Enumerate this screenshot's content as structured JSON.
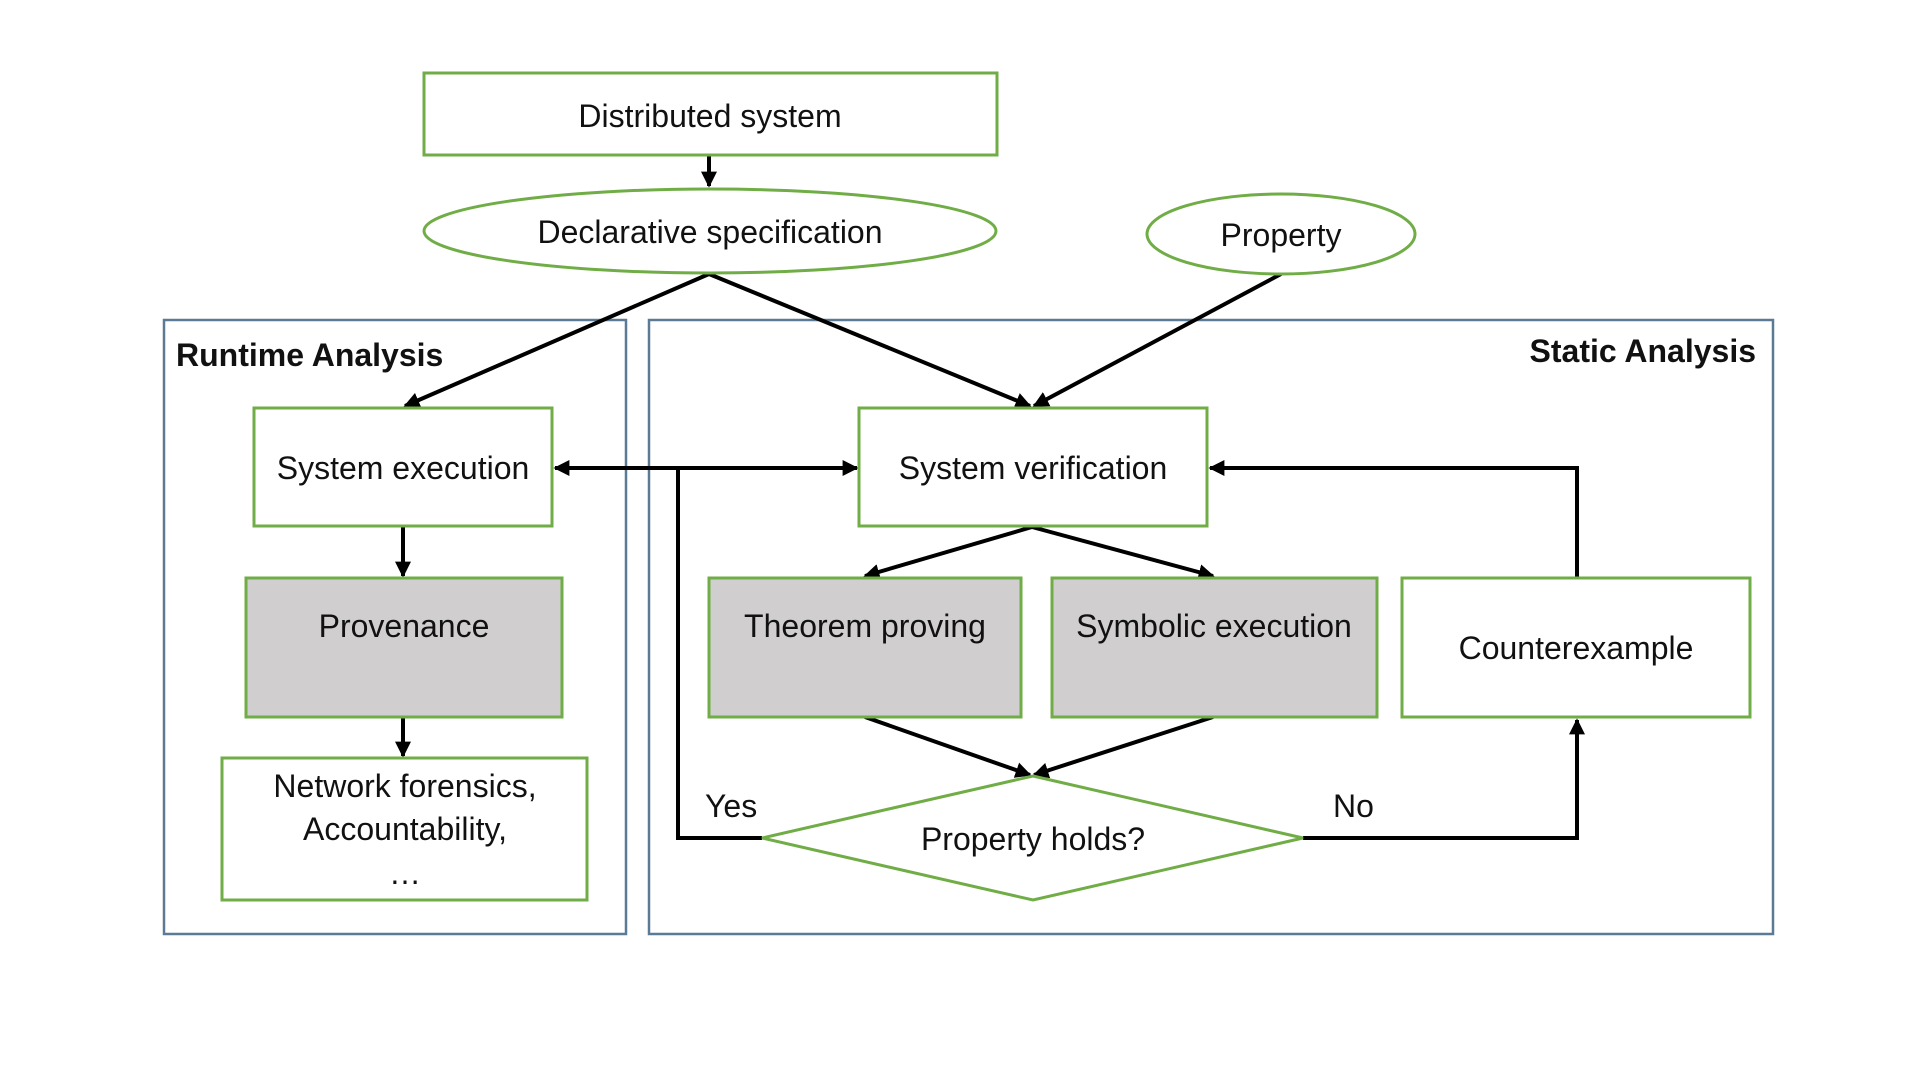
{
  "colors": {
    "node_border": "#70ad47",
    "shaded_fill": "#d0cece",
    "region_border": "#5a7a96",
    "edge": "#000000"
  },
  "regions": {
    "runtime": {
      "title": "Runtime Analysis"
    },
    "static": {
      "title": "Static Analysis"
    }
  },
  "nodes": {
    "distributed_system": "Distributed system",
    "declarative_spec": "Declarative specification",
    "property": "Property",
    "system_execution": "System execution",
    "system_verification": "System verification",
    "provenance": "Provenance",
    "theorem_proving": "Theorem proving",
    "symbolic_execution": "Symbolic execution",
    "counterexample": "Counterexample",
    "forensics": [
      "Network forensics,",
      "Accountability,",
      "…"
    ],
    "property_holds": "Property holds?"
  },
  "edge_labels": {
    "yes": "Yes",
    "no": "No"
  }
}
